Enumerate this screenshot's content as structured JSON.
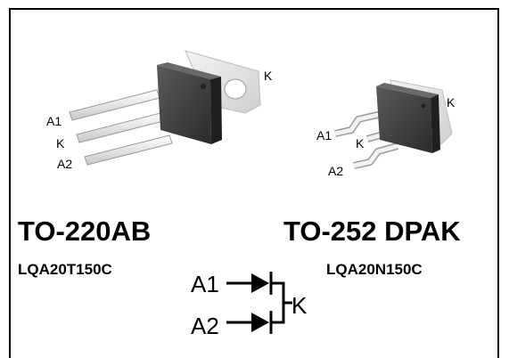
{
  "packages": [
    {
      "name": "TO-220AB",
      "part_number": "LQA20T150C",
      "pins": {
        "k": "K",
        "a1": "A1",
        "k2": "K",
        "a2": "A2"
      }
    },
    {
      "name": "TO-252 DPAK",
      "part_number": "LQA20N150C",
      "pins": {
        "k": "K",
        "a1": "A1",
        "k2": "K",
        "a2": "A2"
      }
    }
  ],
  "schematic": {
    "a1": "A1",
    "a2": "A2",
    "k": "K"
  },
  "colors": {
    "body_dark": "#3b3b3b",
    "tab_light": "#e9e9e9",
    "lead_light": "#eeeeee"
  }
}
